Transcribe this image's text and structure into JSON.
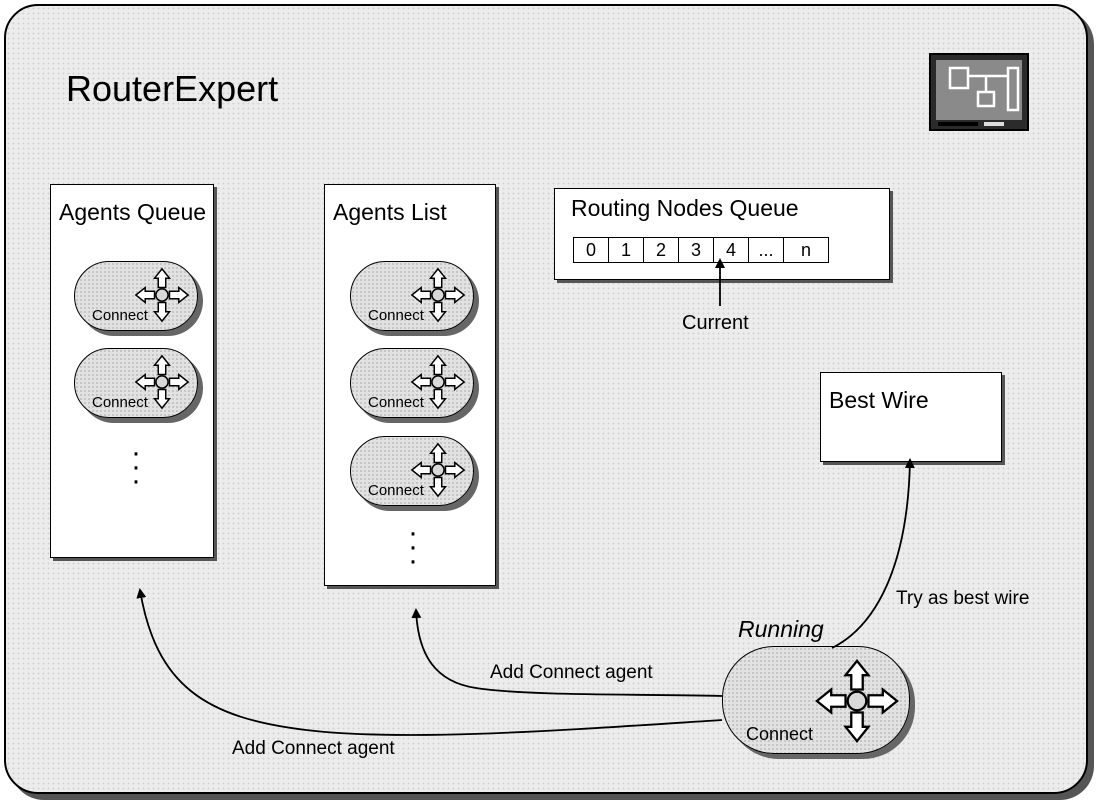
{
  "title": "RouterExpert",
  "agents_queue": {
    "label": "Agents Queue",
    "items": [
      {
        "label": "Connect"
      },
      {
        "label": "Connect"
      }
    ]
  },
  "agents_list": {
    "label": "Agents List",
    "items": [
      {
        "label": "Connect"
      },
      {
        "label": "Connect"
      },
      {
        "label": "Connect"
      }
    ]
  },
  "routing_nodes_queue": {
    "label": "Routing Nodes Queue",
    "cells": [
      "0",
      "1",
      "2",
      "3",
      "4",
      "...",
      "n"
    ],
    "pointer_label": "Current"
  },
  "best_wire": {
    "label": "Best Wire"
  },
  "running_agent": {
    "state_label": "Running",
    "label": "Connect"
  },
  "arrows": {
    "to_agents_queue": "Add Connect agent",
    "to_agents_list": "Add Connect agent",
    "to_best_wire": "Try as best wire"
  }
}
